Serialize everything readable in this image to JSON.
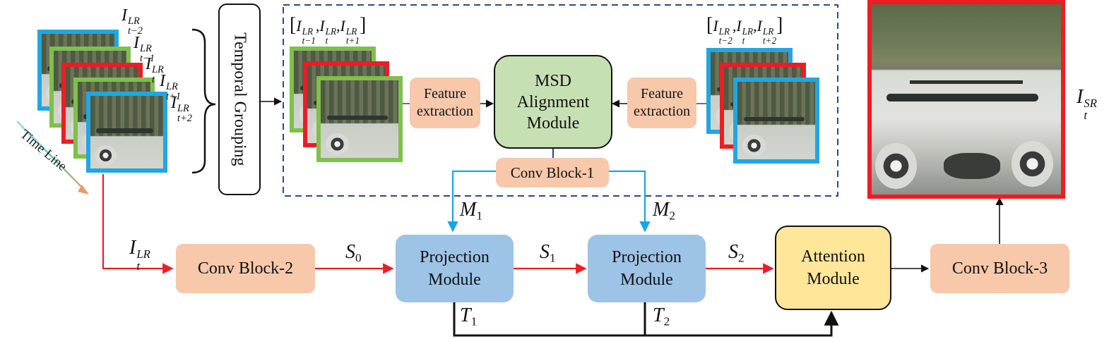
{
  "inputs": {
    "frames": [
      {
        "var": "I",
        "sup": "LR",
        "sub": "t−2",
        "color": "#23a6e0"
      },
      {
        "var": "I",
        "sup": "LR",
        "sub": "t−1",
        "color": "#7fc04a"
      },
      {
        "var": "I",
        "sup": "LR",
        "sub": "t",
        "color": "#ee1c25"
      },
      {
        "var": "I",
        "sup": "LR",
        "sub": "t+1",
        "color": "#7fc04a"
      },
      {
        "var": "I",
        "sup": "LR",
        "sub": "t+2",
        "color": "#23a6e0"
      }
    ],
    "timeline_label": "Time Line"
  },
  "temporal_grouping": {
    "label": "Temporal Grouping"
  },
  "group_left": {
    "open": "[",
    "items": [
      {
        "var": "I",
        "sup": "LR",
        "sub": "t−1"
      },
      {
        "var": "I",
        "sup": "LR",
        "sub": "t"
      },
      {
        "var": "I",
        "sup": "LR",
        "sub": "t+1"
      }
    ],
    "close": "]"
  },
  "group_right": {
    "open": "[",
    "items": [
      {
        "var": "I",
        "sup": "LR",
        "sub": "t−2"
      },
      {
        "var": "I",
        "sup": "LR",
        "sub": "t"
      },
      {
        "var": "I",
        "sup": "LR",
        "sub": "t+2"
      }
    ],
    "close": "]"
  },
  "feature_left": {
    "line1": "Feature",
    "line2": "extraction"
  },
  "feature_right": {
    "line1": "Feature",
    "line2": "extraction"
  },
  "msd": {
    "line1": "MSD",
    "line2": "Alignment",
    "line3": "Module"
  },
  "conv1": {
    "label": "Conv Block-1"
  },
  "conv2": {
    "label": "Conv Block-2"
  },
  "conv3": {
    "label": "Conv Block-3"
  },
  "proj1": {
    "line1": "Projection",
    "line2": "Module"
  },
  "proj2": {
    "line1": "Projection",
    "line2": "Module"
  },
  "attention": {
    "line1": "Attention",
    "line2": "Module"
  },
  "signals": {
    "input": {
      "var": "I",
      "sup": "LR",
      "sub": "t"
    },
    "s0": {
      "var": "S",
      "sub": "0"
    },
    "s1": {
      "var": "S",
      "sub": "1"
    },
    "s2": {
      "var": "S",
      "sub": "2"
    },
    "m1": {
      "var": "M",
      "sub": "1"
    },
    "m2": {
      "var": "M",
      "sub": "2"
    },
    "t1": {
      "var": "T",
      "sub": "1"
    },
    "t2": {
      "var": "T",
      "sub": "2"
    },
    "output": {
      "var": "I",
      "sup": "SR",
      "sub": "t"
    }
  },
  "colors": {
    "blue_frame": "#23a6e0",
    "green_frame": "#7fc04a",
    "red_frame": "#ee1c25",
    "red_flow": "#ee1c25",
    "blue_flow": "#1ba3e8",
    "peach_box": "#f7c8aa",
    "blue_box": "#9dc3e6",
    "green_box": "#c6e0b4",
    "yellow_box": "#ffe699",
    "dashed_border": "#2e4a7a"
  }
}
